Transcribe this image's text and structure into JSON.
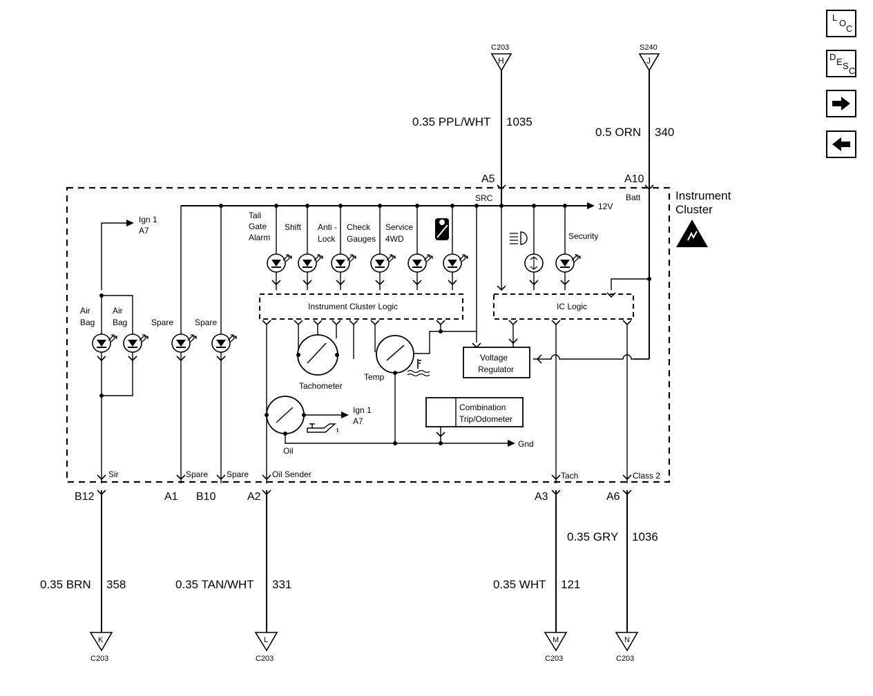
{
  "nav": {
    "loc": [
      "L",
      "O",
      "C"
    ],
    "desc": [
      "D",
      "E",
      "S",
      "C"
    ],
    "next_icon": "right-arrow-icon",
    "prev_icon": "left-arrow-icon"
  },
  "cluster": {
    "title_line1": "Instrument",
    "title_line2": "Cluster",
    "esd_icon": "esd-sensitive-icon"
  },
  "top_connectors": {
    "left": {
      "name": "C203",
      "pin": "H",
      "wire": "0.35 PPL/WHT",
      "circuit": "1035",
      "cavity": "A5",
      "internal": "SRC"
    },
    "right": {
      "name": "S240",
      "pin": "J",
      "wire": "0.5 ORN",
      "circuit": "340",
      "cavity": "A10",
      "internal": "Batt"
    }
  },
  "rail": {
    "voltage": "12V"
  },
  "indicators": {
    "tailgate": "Tail\nGate\nAlarm",
    "shift": "Shift",
    "antilock": "Anti -\nLock",
    "check": "Check\nGauges",
    "service": "Service\n4WD",
    "seatbelt_icon": "seatbelt-icon",
    "headlamp_icon": "headlamp-icon",
    "security": "Security",
    "airbag1": "Air\nBag",
    "airbag2": "Air\nBag",
    "spare1": "Spare",
    "spare2": "Spare"
  },
  "modules": {
    "icl": "Instrument Cluster Logic",
    "ic": "IC Logic",
    "vr1": "Voltage",
    "vr2": "Regulator",
    "combo1": "Combination",
    "combo2": "Trip/Odometer"
  },
  "gauges": {
    "tach": "Tachometer",
    "temp": "Temp",
    "oil": "Oil",
    "coolant_icon": "coolant-temp-icon",
    "oilcan_icon": "oil-can-icon"
  },
  "ign_top": {
    "l1": "Ign 1",
    "l2": "A7"
  },
  "ign_oil": {
    "l1": "Ign 1",
    "l2": "A7"
  },
  "gnd": "Gnd",
  "bottom_pins": {
    "sir": "Sir",
    "spare1": "Spare",
    "spare2": "Spare",
    "oil": "Oil Sender",
    "tach": "Tach",
    "class2": "Class 2",
    "b12": "B12",
    "a1": "A1",
    "b10": "B10",
    "a2": "A2",
    "a3": "A3",
    "a6": "A6"
  },
  "wires": {
    "brn": {
      "color": "0.35 BRN",
      "circuit": "358"
    },
    "tan": {
      "color": "0.35 TAN/WHT",
      "circuit": "331"
    },
    "wht": {
      "color": "0.35 WHT",
      "circuit": "121"
    },
    "gry": {
      "color": "0.35 GRY",
      "circuit": "1036"
    }
  },
  "bottom_connectors": {
    "k": {
      "pin": "K",
      "name": "C203"
    },
    "l": {
      "pin": "L",
      "name": "C203"
    },
    "m": {
      "pin": "M",
      "name": "C203"
    },
    "n": {
      "pin": "N",
      "name": "C203"
    }
  }
}
